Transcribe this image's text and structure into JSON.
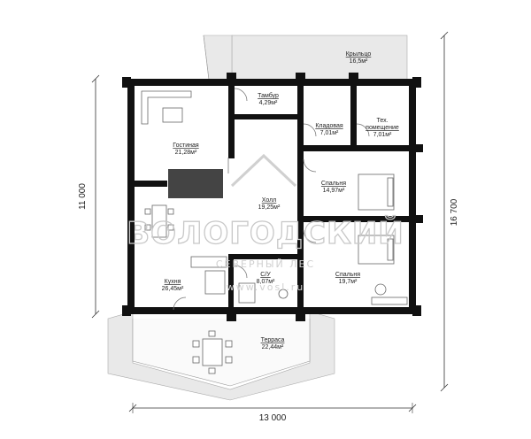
{
  "rooms": {
    "porch": {
      "name": "Крыльцо",
      "area": "16,5м²"
    },
    "vestibule": {
      "name": "Тамбур",
      "area": "4,29м²"
    },
    "living": {
      "name": "Гостиная",
      "area": "21,28м²"
    },
    "pantry": {
      "name": "Кладовая",
      "area": "7,01м²"
    },
    "tech": {
      "name": "Тех.",
      "name2": "помещение",
      "area": "7,01м²"
    },
    "hall": {
      "name": "Холл",
      "area": "19,25м²"
    },
    "bedroom1": {
      "name": "Спальня",
      "area": "14,97м²"
    },
    "kitchen": {
      "name": "Кухня",
      "area": "26,45м²"
    },
    "bath": {
      "name": "С/У",
      "area": "8,07м²"
    },
    "bedroom2": {
      "name": "Спальня",
      "area": "19,7м²"
    },
    "terrace": {
      "name": "Терраса",
      "area": "22,44м²"
    }
  },
  "dimensions": {
    "width": "13 000",
    "height_main": "11 000",
    "height_total": "16 700"
  },
  "watermark": {
    "brand": "ВОЛОГОДСКИЙ",
    "sub": "СЕВЕРНЫЙ ЛЕС",
    "site": "www.vosl.ru"
  }
}
